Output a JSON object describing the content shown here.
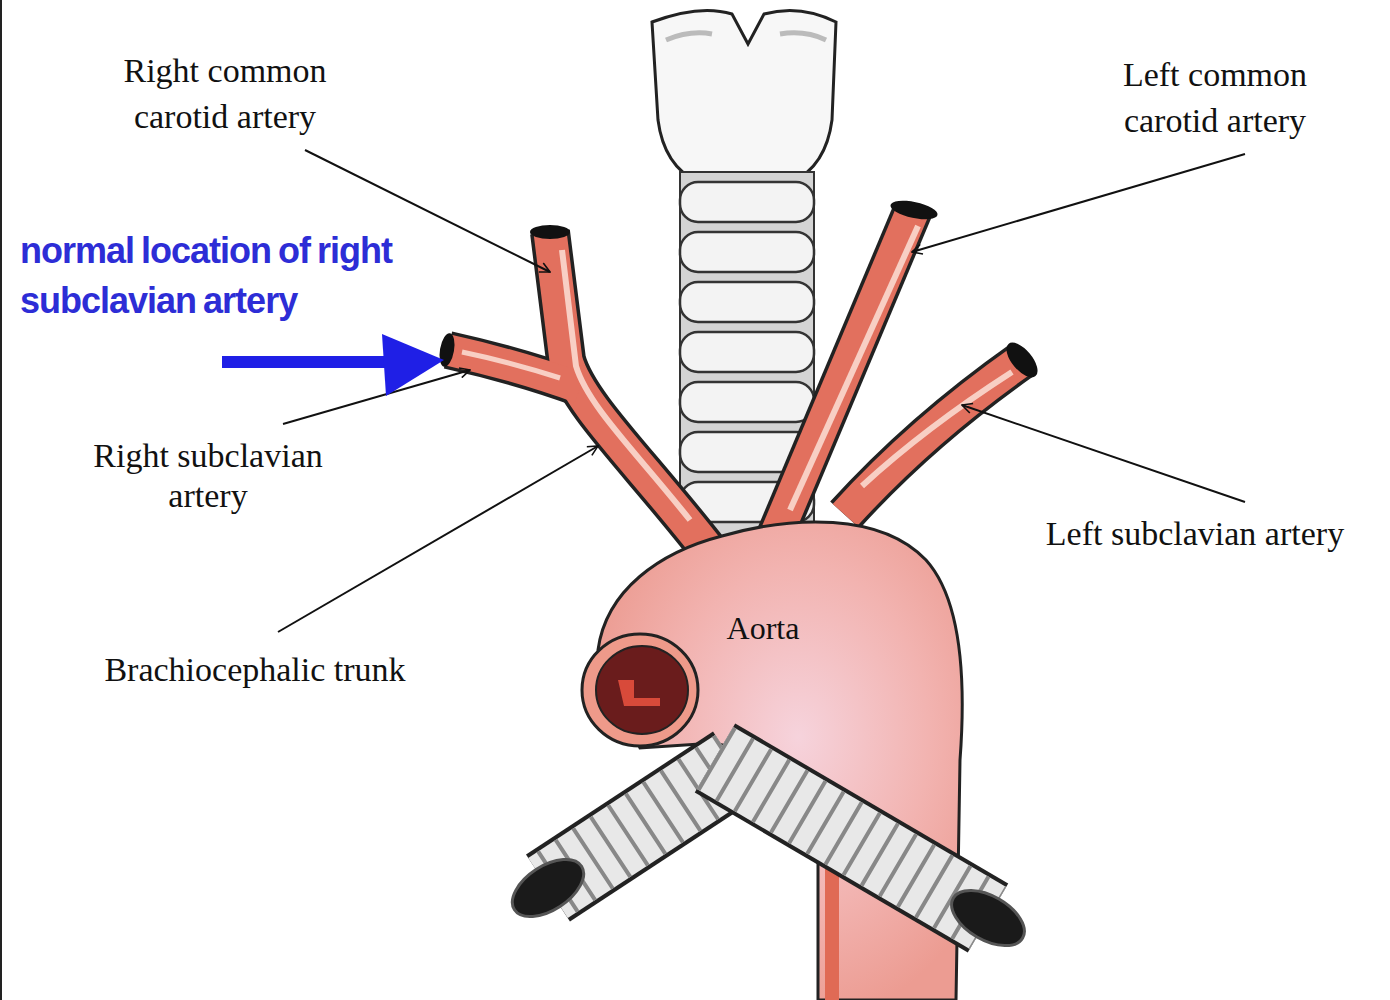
{
  "diagram": {
    "labels": [
      "Right common carotid artery",
      "Left common carotid artery",
      "normal location of right subclavian artery",
      "Right subclavian artery",
      "Left subclavian artery",
      "Brachiocephalic trunk",
      "Aorta"
    ]
  }
}
